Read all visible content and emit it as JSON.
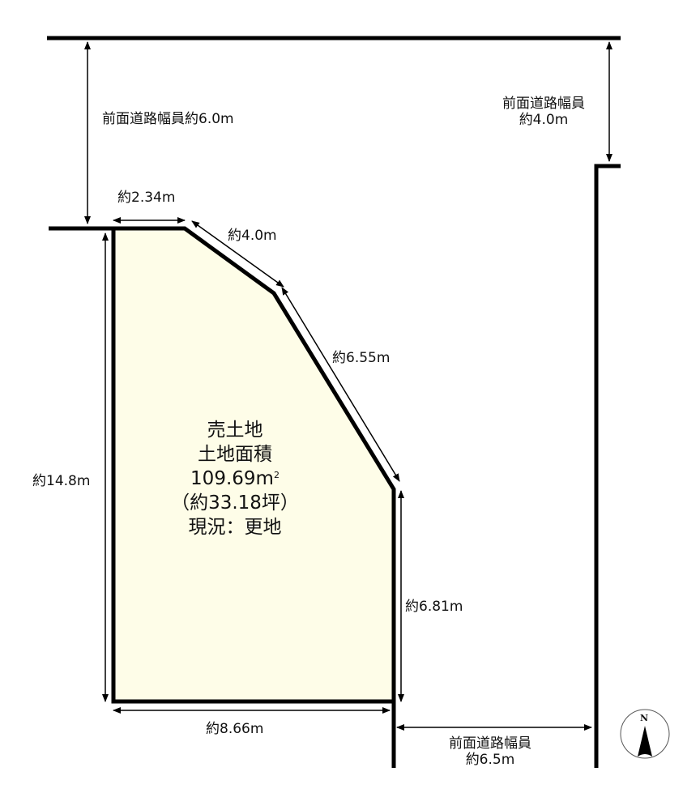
{
  "colors": {
    "lot_fill": "#fefde8",
    "line": "#000000",
    "background": "#ffffff"
  },
  "roads": {
    "north": {
      "label": "前面道路幅員約6.0m"
    },
    "east_upper": {
      "line1": "前面道路幅員",
      "line2": "約4.0m"
    },
    "east_lower": {
      "line1": "前面道路幅員",
      "line2": "約6.5m"
    }
  },
  "dimensions": {
    "top": "約2.34m",
    "diagonal_1": "約4.0m",
    "diagonal_2": "約6.55m",
    "left": "約14.8m",
    "right": "約6.81m",
    "bottom": "約8.66m"
  },
  "lot": {
    "line1": "売土地",
    "line2": "土地面積",
    "area_value": "109.69m",
    "area_unit_sup": "2",
    "tsubo": "（約33.18坪）",
    "status": "現況：更地"
  },
  "compass": {
    "label": "N",
    "icon": "north-arrow-icon"
  }
}
